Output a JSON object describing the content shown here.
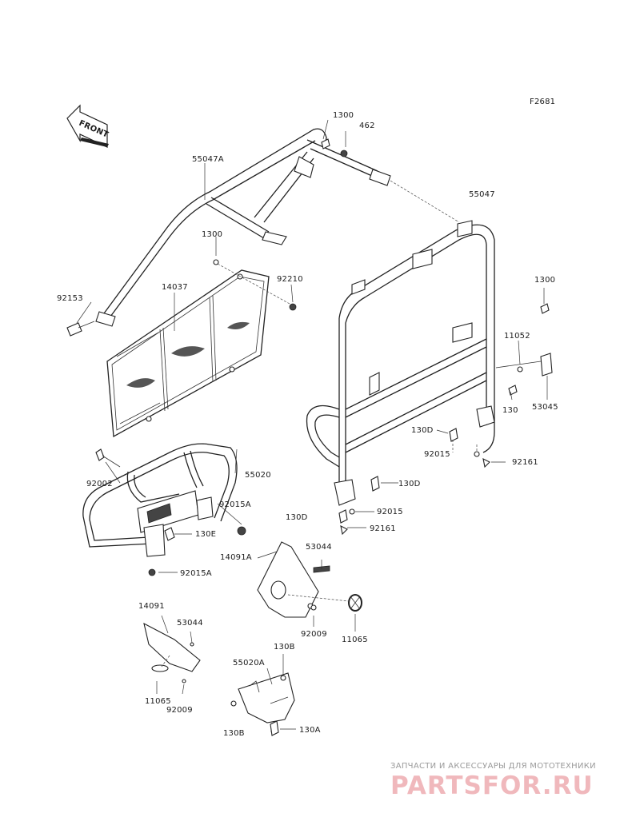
{
  "figure_code": "F2681",
  "front_arrow": {
    "label": "FRONT"
  },
  "callouts": [
    {
      "id": "c-1300-top",
      "text": "1300"
    },
    {
      "id": "c-462",
      "text": "462"
    },
    {
      "id": "c-55047a",
      "text": "55047A"
    },
    {
      "id": "c-55047",
      "text": "55047"
    },
    {
      "id": "c-1300-mid",
      "text": "1300"
    },
    {
      "id": "c-92210",
      "text": "92210"
    },
    {
      "id": "c-92153",
      "text": "92153"
    },
    {
      "id": "c-14037",
      "text": "14037"
    },
    {
      "id": "c-1300-right",
      "text": "1300"
    },
    {
      "id": "c-11052",
      "text": "11052"
    },
    {
      "id": "c-130",
      "text": "130"
    },
    {
      "id": "c-53045",
      "text": "53045"
    },
    {
      "id": "c-130d-a",
      "text": "130D"
    },
    {
      "id": "c-92015-a",
      "text": "92015"
    },
    {
      "id": "c-92161-a",
      "text": "92161"
    },
    {
      "id": "c-92002",
      "text": "92002"
    },
    {
      "id": "c-55020",
      "text": "55020"
    },
    {
      "id": "c-92015a-a",
      "text": "92015A"
    },
    {
      "id": "c-130e",
      "text": "130E"
    },
    {
      "id": "c-92015a-b",
      "text": "92015A"
    },
    {
      "id": "c-130d-b",
      "text": "130D"
    },
    {
      "id": "c-130d-c",
      "text": "130D"
    },
    {
      "id": "c-92015-b",
      "text": "92015"
    },
    {
      "id": "c-92161-b",
      "text": "92161"
    },
    {
      "id": "c-14091a",
      "text": "14091A"
    },
    {
      "id": "c-53044-a",
      "text": "53044"
    },
    {
      "id": "c-92009-a",
      "text": "92009"
    },
    {
      "id": "c-11065-a",
      "text": "11065"
    },
    {
      "id": "c-14091",
      "text": "14091"
    },
    {
      "id": "c-53044-b",
      "text": "53044"
    },
    {
      "id": "c-11065-b",
      "text": "11065"
    },
    {
      "id": "c-92009-b",
      "text": "92009"
    },
    {
      "id": "c-130b-a",
      "text": "130B"
    },
    {
      "id": "c-55020a",
      "text": "55020A"
    },
    {
      "id": "c-130b-b",
      "text": "130B"
    },
    {
      "id": "c-130a",
      "text": "130A"
    }
  ],
  "watermark": {
    "line1": "ЗАПЧАСТИ И АКСЕССУАРЫ ДЛЯ МОТОТЕХНИКИ",
    "line2": "PARTSFOR.RU"
  }
}
